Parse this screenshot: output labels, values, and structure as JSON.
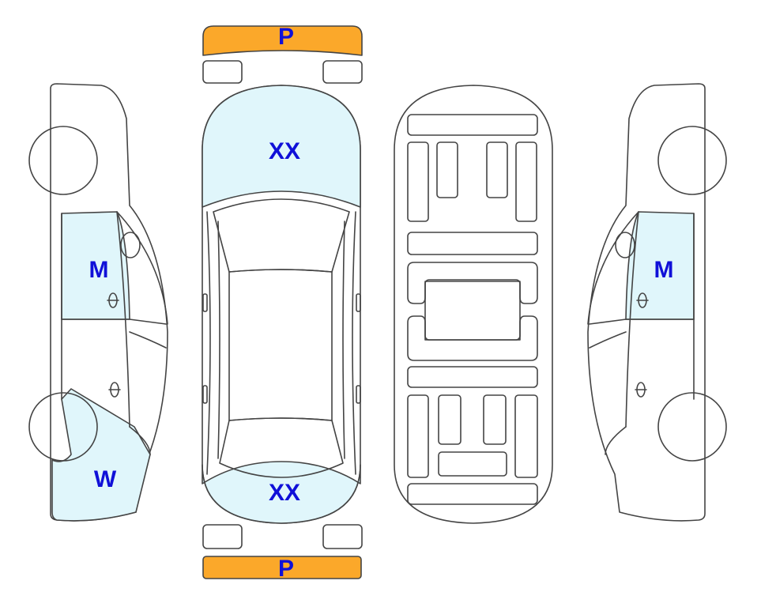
{
  "colors": {
    "damaged_panel": "#e0f6fb",
    "bumper": "#fba82a",
    "label": "#1010d8",
    "outline": "#444444",
    "background": "#ffffff"
  },
  "markers": {
    "front_bumper": "P",
    "rear_bumper": "P",
    "hood": "XX",
    "trunk": "XX",
    "left_front_door": "M",
    "left_rear_quarter": "W",
    "right_front_door": "M"
  }
}
